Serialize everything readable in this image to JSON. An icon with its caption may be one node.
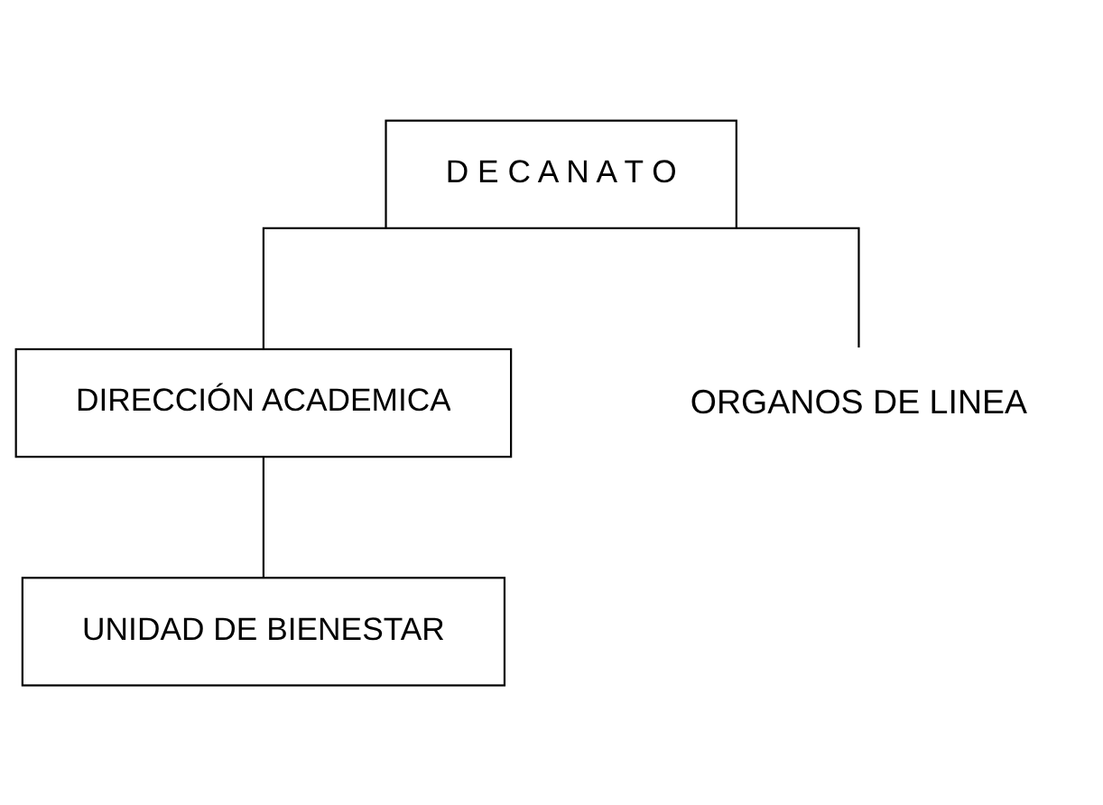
{
  "diagram": {
    "nodes": [
      {
        "text": [
          "D E C A N A T O"
        ]
      },
      {
        "text": [
          "DIRECCIÓN ACADEMICA"
        ]
      },
      {
        "text": [
          "UNIDAD DE BIENESTAR"
        ]
      },
      {
        "text": [
          "ORGANOS DE LINEA"
        ]
      }
    ],
    "edges": [
      {
        "from": 0,
        "to": 1,
        "arrow": "none"
      },
      {
        "from": 1,
        "to": 2,
        "arrow": "none"
      },
      {
        "from": 0,
        "to": 3,
        "arrow": "none"
      }
    ]
  }
}
